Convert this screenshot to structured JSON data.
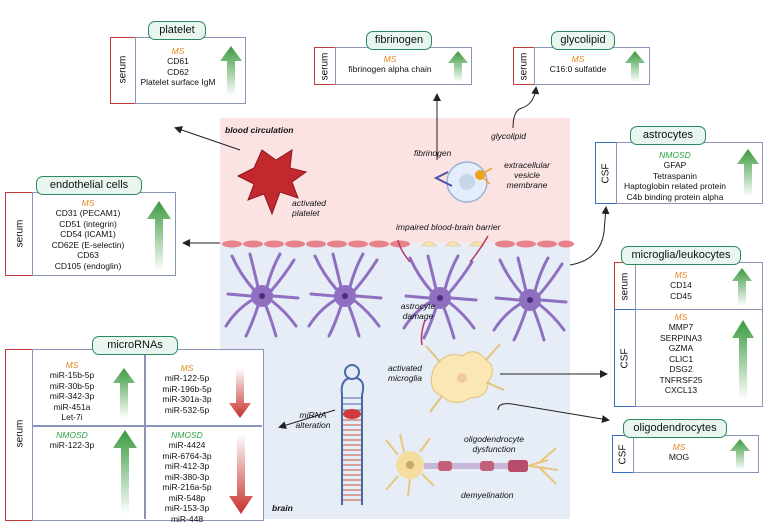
{
  "center": {
    "blood_label": "blood circulation",
    "brain_label": "brain",
    "bbb_label": "impaired blood-brain barrier",
    "activated_platelet": "activated platelet",
    "fibrinogen": "fibrinogen",
    "glycolipid": "glycolipid",
    "ev_membrane": "extracellular vesicle membrane",
    "astrocyte_damage": "astrocyte damage",
    "activated_microglia": "activated microglia",
    "mirna_alteration": "miRNA alteration",
    "oligo_dysfunction": "oligodendrocyte dysfunction",
    "demyelination": "demyelination"
  },
  "platelet": {
    "title": "platelet",
    "fluid": "serum",
    "group": "MS",
    "items": [
      "CD61",
      "CD62",
      "Platelet surface IgM"
    ]
  },
  "fibrinogen_box": {
    "title": "fibrinogen",
    "fluid": "serum",
    "group": "MS",
    "items": [
      "fibrinogen alpha chain"
    ]
  },
  "glycolipid_box": {
    "title": "glycolipid",
    "fluid": "serum",
    "group": "MS",
    "items": [
      "C16:0 sulfatide"
    ]
  },
  "astrocytes": {
    "title": "astrocytes",
    "fluid": "CSF",
    "group": "NMOSD",
    "items": [
      "GFAP",
      "Tetraspanin",
      "Haptoglobin related protein",
      "C4b binding protein alpha"
    ]
  },
  "endothelial": {
    "title": "endothelial cells",
    "fluid": "serum",
    "group": "MS",
    "items": [
      "CD31 (PECAM1)",
      "CD51 (integrin)",
      "CD54 (ICAM1)",
      "CD62E (E-selectin)",
      "CD63",
      "CD105 (endoglin)"
    ]
  },
  "microglia": {
    "title": "microglia/leukocytes",
    "serum": {
      "fluid": "serum",
      "group": "MS",
      "items": [
        "CD14",
        "CD45"
      ]
    },
    "csf": {
      "fluid": "CSF",
      "group": "MS",
      "items": [
        "MMP7",
        "SERPINA3",
        "GZMA",
        "CLIC1",
        "DSG2",
        "TNFRSF25",
        "CXCL13"
      ]
    }
  },
  "oligodendrocytes": {
    "title": "oligodendrocytes",
    "fluid": "CSF",
    "group": "MS",
    "items": [
      "MOG"
    ]
  },
  "micrornas": {
    "title": "microRNAs",
    "fluid": "serum",
    "ms_up": {
      "group": "MS",
      "items": [
        "miR-15b-5p",
        "miR-30b-5p",
        "miR-342-3p",
        "miR-451a",
        "Let-7i"
      ]
    },
    "ms_down": {
      "group": "MS",
      "items": [
        "miR-122-5p",
        "miR-196b-5p",
        "miR-301a-3p",
        "miR-532-5p"
      ]
    },
    "nmosd_up": {
      "group": "NMOSD",
      "items": [
        "miR-122-3p"
      ]
    },
    "nmosd_down": {
      "group": "NMOSD",
      "items": [
        "miR-4424",
        "miR-6764-3p",
        "miR-412-3p",
        "miR-380-3p",
        "miR-216a-5p",
        "miR-548p",
        "miR-153-3p",
        "miR-448"
      ]
    }
  },
  "colors": {
    "up": "#3a9a3e",
    "down": "#c7302c",
    "blood_bg": "#fbe3e3",
    "brain_bg": "#e6edf7",
    "astro": "#8f6fc0",
    "title_border": "#2a8a5c"
  }
}
